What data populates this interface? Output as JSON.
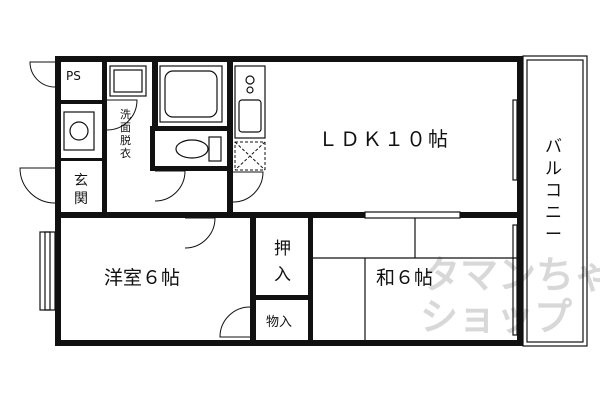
{
  "rooms": {
    "ps": "PS",
    "washroom": [
      "洗",
      "面",
      "脱",
      "衣"
    ],
    "entrance": [
      "玄",
      "関"
    ],
    "ldk": "ＬＤＫ１０帖",
    "balcony": [
      "バ",
      "ル",
      "コ",
      "ニ",
      "ー"
    ],
    "western_room": "洋室６帖",
    "closet": [
      "押",
      "入"
    ],
    "japanese_room": "和６帖",
    "storage": "物入"
  },
  "watermark": {
    "line1": "タマンちゃ",
    "line2": "ショップ"
  },
  "colors": {
    "wall": "#111111",
    "watermark": "#d0d0d0"
  }
}
